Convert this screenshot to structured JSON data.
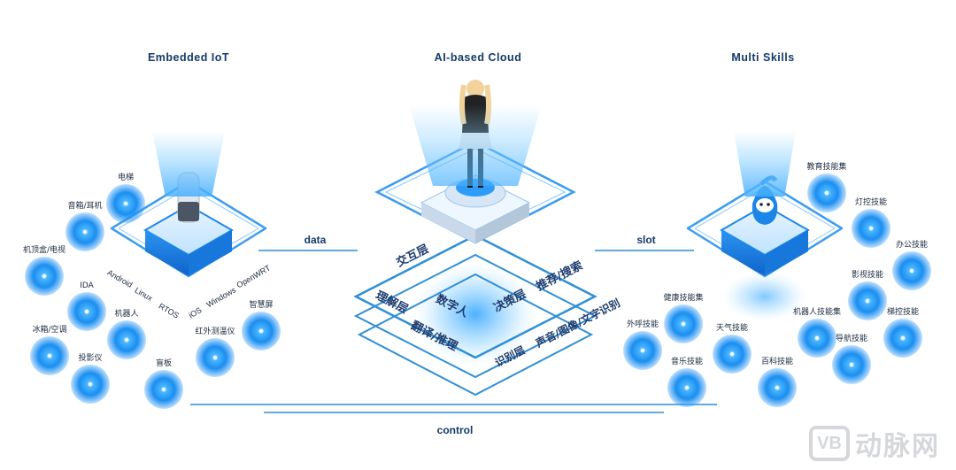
{
  "sections": {
    "left_title": "Embedded IoT",
    "center_title": "AI-based Cloud",
    "right_title": "Multi Skills"
  },
  "connectors": {
    "left": "data",
    "right": "slot",
    "bottom": "control"
  },
  "left_os_labels": [
    "Android",
    "Linux",
    "RTOS",
    "iOS",
    "Windows",
    "OpenWRT"
  ],
  "iot_devices": [
    "电梯",
    "音箱/耳机",
    "机顶盒/电视",
    "IDA",
    "机器人",
    "冰箱/空调",
    "投影仪",
    "盲板",
    "红外测温仪",
    "智慧屏"
  ],
  "cloud_layers": {
    "interaction": "交互层",
    "digital_human": "数字人",
    "decision": "决策层",
    "decision_desc": "推荐/搜索",
    "understanding": "理解层",
    "understanding_desc": "翻译/推理",
    "recognition": "识别层",
    "recognition_desc": "声音/图像/文字识别"
  },
  "skills": [
    "教育技能集",
    "灯控技能",
    "办公技能",
    "影视技能",
    "梯控技能",
    "健康技能集",
    "外呼技能",
    "机器人技能集",
    "天气技能",
    "导航技能",
    "音乐技能",
    "百科技能"
  ],
  "watermark": {
    "logo_text": "VB",
    "text": "动脉网"
  },
  "colors": {
    "title": "#133a6b",
    "accent": "#1a8ef0",
    "glow": "#4db8ff",
    "line": "#2f8fd6"
  }
}
